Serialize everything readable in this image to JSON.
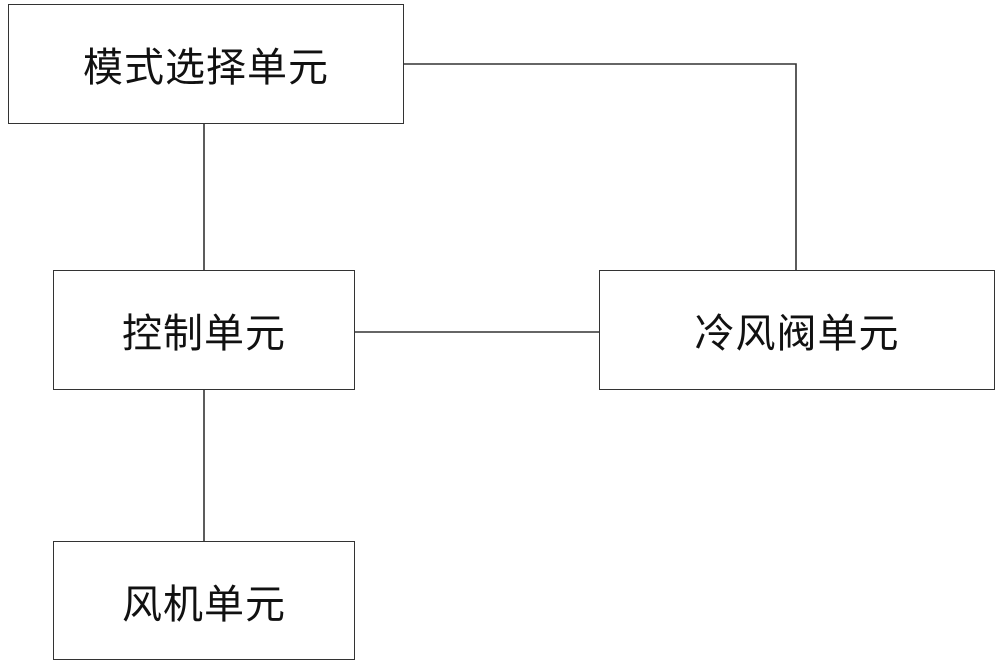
{
  "diagram": {
    "nodes": [
      {
        "id": "mode",
        "label": "模式选择单元"
      },
      {
        "id": "control",
        "label": "控制单元"
      },
      {
        "id": "valve",
        "label": "冷风阀单元"
      },
      {
        "id": "fan",
        "label": "风机单元"
      }
    ],
    "edges": [
      {
        "from": "mode",
        "to": "control"
      },
      {
        "from": "mode",
        "to": "valve"
      },
      {
        "from": "control",
        "to": "valve"
      },
      {
        "from": "control",
        "to": "fan"
      }
    ],
    "colors": {
      "line": "#333333",
      "text": "#111111",
      "background": "#ffffff"
    }
  }
}
